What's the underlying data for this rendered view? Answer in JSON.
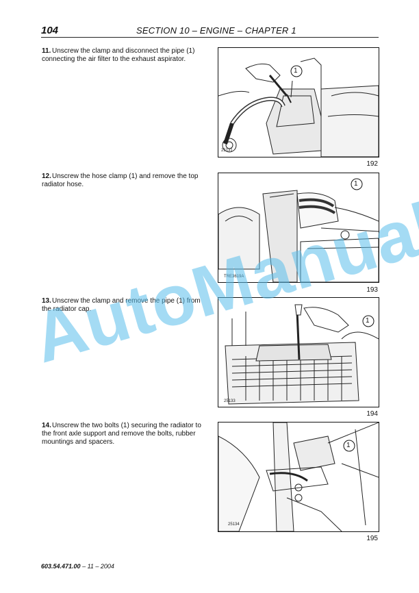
{
  "header": {
    "page_number": "104",
    "section_title": "SECTION 10 – ENGINE – CHAPTER 1"
  },
  "steps": [
    {
      "number": "11.",
      "text": "Unscrew the clamp and disconnect the pipe (1) connecting the air filter to the exhaust aspirator.",
      "figure_code": "25131",
      "figure_number": "192",
      "callout": "1"
    },
    {
      "number": "12.",
      "text": "Unscrew the hose clamp (1) and remove the top radiator hose.",
      "figure_code": "TRE3619A",
      "figure_number": "193",
      "callout": "1"
    },
    {
      "number": "13.",
      "text": "Unscrew the clamp and remove the pipe (1) from the radiator cap.",
      "figure_code": "25133",
      "figure_number": "194",
      "callout": "1"
    },
    {
      "number": "14.",
      "text": "Unscrew the two bolts (1) securing the radiator to the front axle support and remove the bolts, rubber mountings and spacers.",
      "figure_code": "25134",
      "figure_number": "195",
      "callout": "1"
    }
  ],
  "footer": {
    "doc_number": "603.54.471.00",
    "revision": " – 11 – 2004"
  },
  "watermark": "AutoManual"
}
